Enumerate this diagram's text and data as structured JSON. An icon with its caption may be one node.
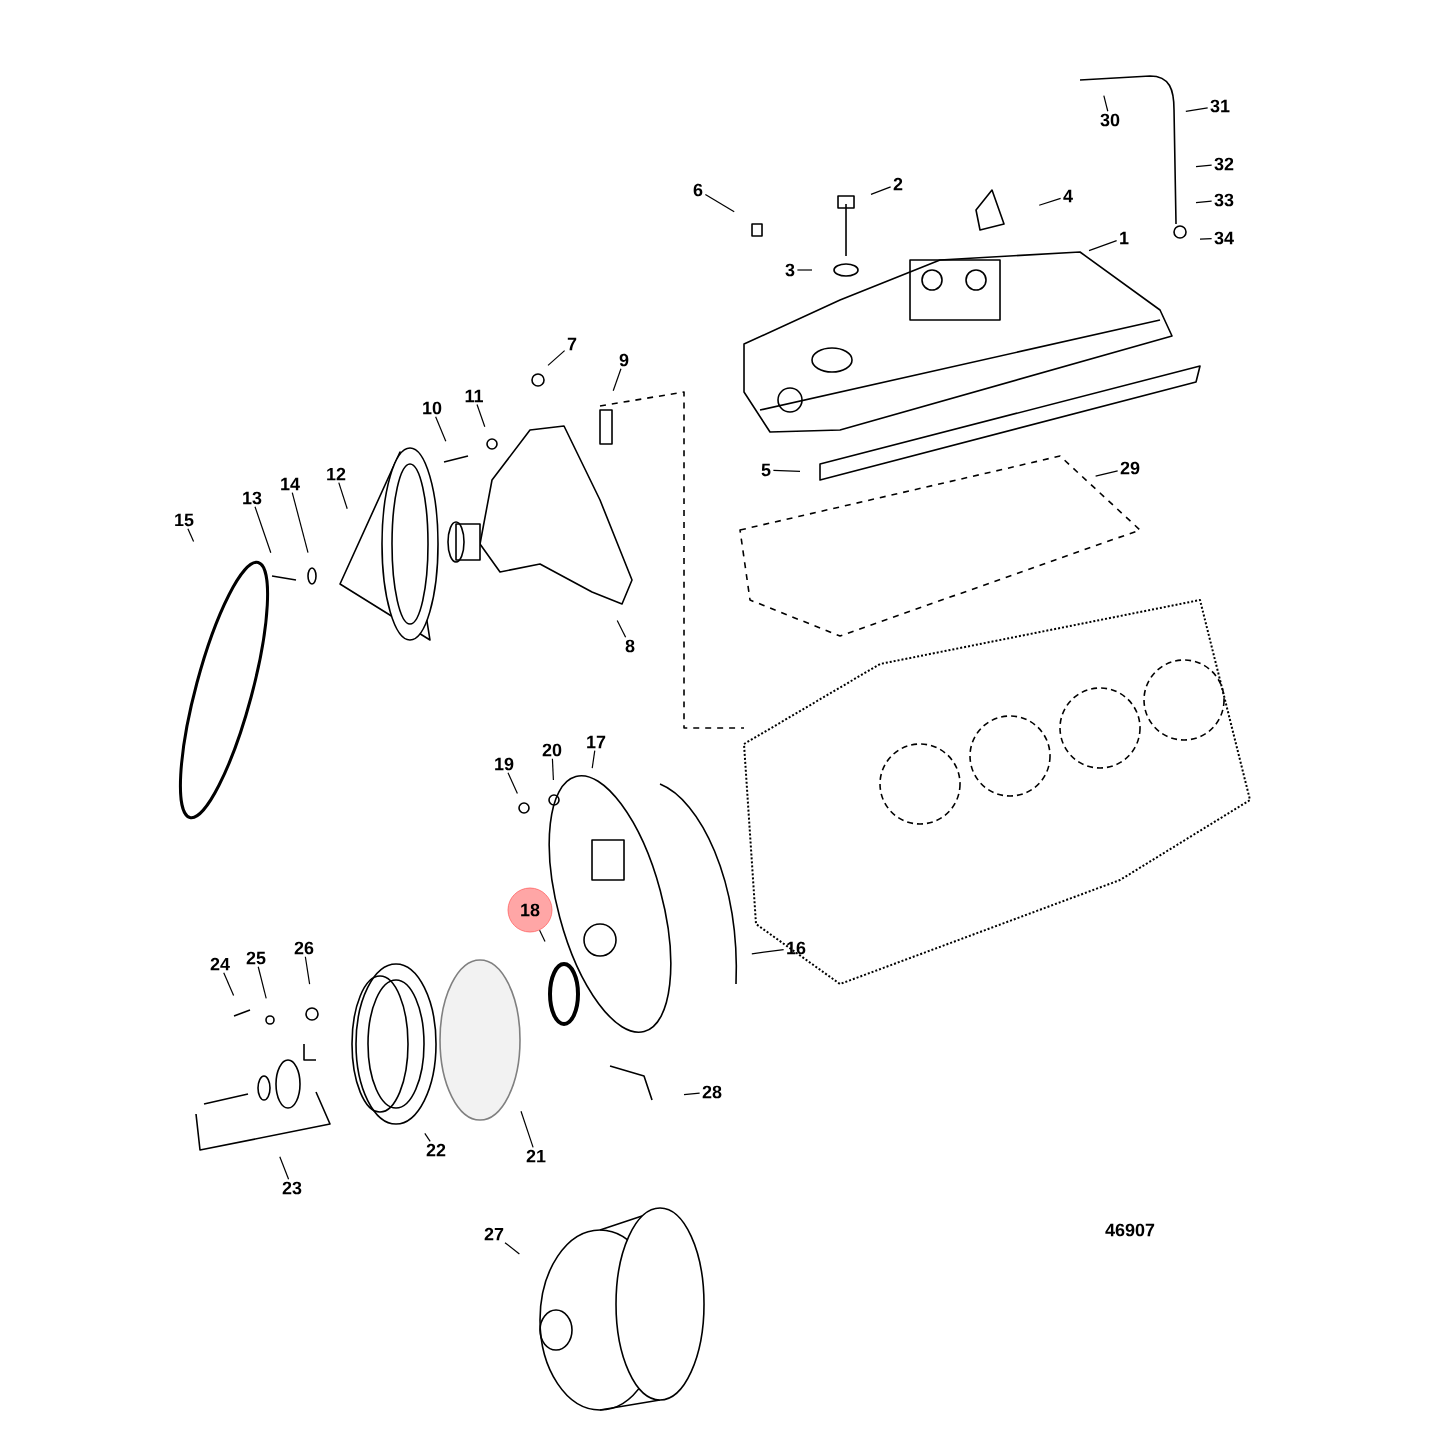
{
  "diagram": {
    "nodes": [
      {
        "text": [
          "1"
        ]
      },
      {
        "text": [
          "2"
        ]
      },
      {
        "text": [
          "3"
        ]
      },
      {
        "text": [
          "4"
        ]
      },
      {
        "text": [
          "5"
        ]
      },
      {
        "text": [
          "6"
        ]
      },
      {
        "text": [
          "7"
        ]
      },
      {
        "text": [
          "8"
        ]
      },
      {
        "text": [
          "9"
        ]
      },
      {
        "text": [
          "10"
        ]
      },
      {
        "text": [
          "11"
        ]
      },
      {
        "text": [
          "12"
        ]
      },
      {
        "text": [
          "13"
        ]
      },
      {
        "text": [
          "14"
        ]
      },
      {
        "text": [
          "15"
        ]
      },
      {
        "text": [
          "16"
        ]
      },
      {
        "text": [
          "17"
        ]
      },
      {
        "text": [
          "18"
        ]
      },
      {
        "text": [
          "19"
        ]
      },
      {
        "text": [
          "20"
        ]
      },
      {
        "text": [
          "21"
        ]
      },
      {
        "text": [
          "22"
        ]
      },
      {
        "text": [
          "23"
        ]
      },
      {
        "text": [
          "24"
        ]
      },
      {
        "text": [
          "25"
        ]
      },
      {
        "text": [
          "26"
        ]
      },
      {
        "text": [
          "27"
        ]
      },
      {
        "text": [
          "28"
        ]
      },
      {
        "text": [
          "29"
        ]
      },
      {
        "text": [
          "30"
        ]
      },
      {
        "text": [
          "31"
        ]
      },
      {
        "text": [
          "32"
        ]
      },
      {
        "text": [
          "33"
        ]
      },
      {
        "text": [
          "34"
        ]
      }
    ],
    "edges": [
      {
        "from": 0,
        "to": null,
        "arrow": "none"
      },
      {
        "from": 1,
        "to": null,
        "arrow": "none"
      },
      {
        "from": 2,
        "to": null,
        "arrow": "none"
      },
      {
        "from": 3,
        "to": null,
        "arrow": "none"
      },
      {
        "from": 4,
        "to": null,
        "arrow": "none"
      },
      {
        "from": 5,
        "to": null,
        "arrow": "none"
      },
      {
        "from": 6,
        "to": null,
        "arrow": "none"
      },
      {
        "from": 7,
        "to": null,
        "arrow": "none"
      },
      {
        "from": 8,
        "to": null,
        "arrow": "none"
      },
      {
        "from": 9,
        "to": null,
        "arrow": "none"
      },
      {
        "from": 10,
        "to": null,
        "arrow": "none"
      },
      {
        "from": 11,
        "to": null,
        "arrow": "none"
      },
      {
        "from": 12,
        "to": null,
        "arrow": "none"
      },
      {
        "from": 13,
        "to": null,
        "arrow": "none"
      },
      {
        "from": 14,
        "to": null,
        "arrow": "none"
      },
      {
        "from": 15,
        "to": null,
        "arrow": "none"
      },
      {
        "from": 16,
        "to": null,
        "arrow": "none"
      },
      {
        "from": 17,
        "to": null,
        "arrow": "none"
      },
      {
        "from": 18,
        "to": null,
        "arrow": "none"
      },
      {
        "from": 19,
        "to": null,
        "arrow": "none"
      },
      {
        "from": 20,
        "to": null,
        "arrow": "none"
      },
      {
        "from": 21,
        "to": null,
        "arrow": "none"
      },
      {
        "from": 22,
        "to": null,
        "arrow": "none"
      },
      {
        "from": 23,
        "to": null,
        "arrow": "none"
      },
      {
        "from": 24,
        "to": null,
        "arrow": "none"
      },
      {
        "from": 25,
        "to": null,
        "arrow": "none"
      },
      {
        "from": 26,
        "to": null,
        "arrow": "none"
      },
      {
        "from": 27,
        "to": null,
        "arrow": "none"
      },
      {
        "from": 28,
        "to": null,
        "arrow": "none"
      },
      {
        "from": 29,
        "to": null,
        "arrow": "none"
      },
      {
        "from": 30,
        "to": null,
        "arrow": "none"
      },
      {
        "from": 31,
        "to": null,
        "arrow": "none"
      },
      {
        "from": 32,
        "to": null,
        "arrow": "none"
      },
      {
        "from": 33,
        "to": null,
        "arrow": "none"
      }
    ],
    "labels": [
      "46907"
    ]
  }
}
